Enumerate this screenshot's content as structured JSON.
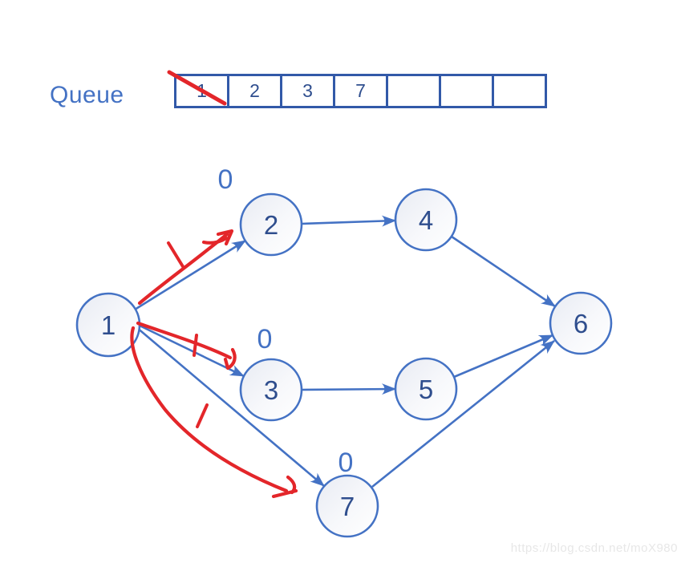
{
  "queue": {
    "label": "Queue",
    "cells": [
      "1",
      "2",
      "3",
      "7",
      "",
      "",
      ""
    ],
    "dequeued_cell_value": "1"
  },
  "graph": {
    "nodes": [
      {
        "label": "1"
      },
      {
        "label": "2",
        "indegree": "0"
      },
      {
        "label": "3",
        "indegree": "0"
      },
      {
        "label": "4"
      },
      {
        "label": "5"
      },
      {
        "label": "6"
      },
      {
        "label": "7",
        "indegree": "0"
      }
    ],
    "edges": [
      {
        "from": "1",
        "to": "2"
      },
      {
        "from": "1",
        "to": "3"
      },
      {
        "from": "1",
        "to": "7"
      },
      {
        "from": "2",
        "to": "4"
      },
      {
        "from": "3",
        "to": "5"
      },
      {
        "from": "4",
        "to": "6"
      },
      {
        "from": "5",
        "to": "6"
      },
      {
        "from": "7",
        "to": "6"
      }
    ],
    "red_marked_edges": [
      "1-2",
      "1-3",
      "1-7"
    ]
  },
  "colors": {
    "blue": "#4472C4",
    "node_text_blue": "#2F4E8E",
    "queue_border_blue": "#3259A8",
    "annotation_red": "#E3262A",
    "watermark_gray": "#E7E7E7"
  },
  "watermark": "https://blog.csdn.net/moX980"
}
